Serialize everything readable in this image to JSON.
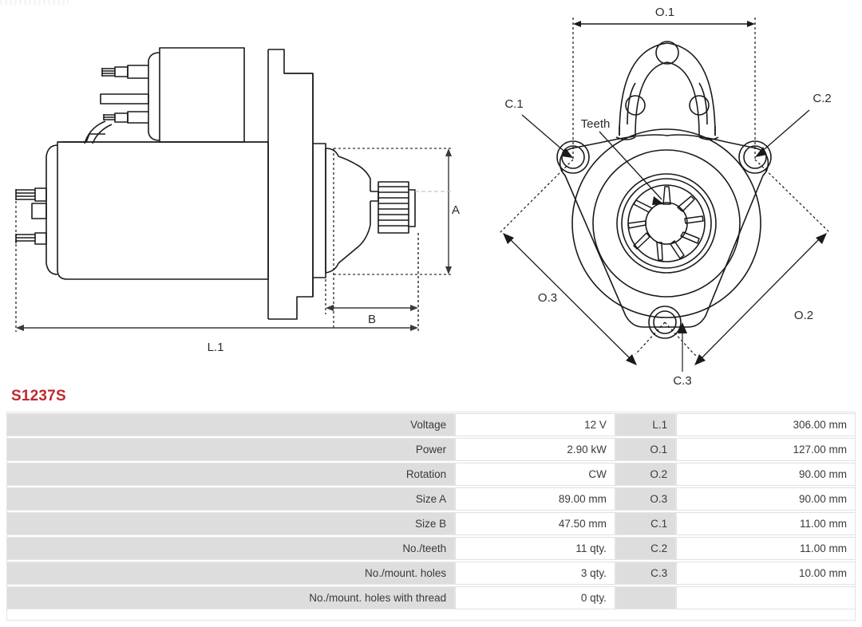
{
  "product": {
    "code": "S1237S",
    "code_color": "#c0282d"
  },
  "drawings": {
    "side_view": {
      "name": "starter-motor-side-view",
      "dimension_labels": {
        "length": "L.1",
        "size_a": "A",
        "size_b": "B"
      }
    },
    "front_view": {
      "name": "starter-motor-mounting-front-view",
      "dimension_labels": {
        "o1": "O.1",
        "o2": "O.2",
        "o3": "O.3",
        "c1": "C.1",
        "c2": "C.2",
        "c3": "C.3",
        "teeth": "Teeth"
      }
    }
  },
  "spec_table": {
    "rows": [
      {
        "label": "Voltage",
        "value": "12 V",
        "code": "L.1",
        "dim": "306.00 mm"
      },
      {
        "label": "Power",
        "value": "2.90 kW",
        "code": "O.1",
        "dim": "127.00 mm"
      },
      {
        "label": "Rotation",
        "value": "CW",
        "code": "O.2",
        "dim": "90.00 mm"
      },
      {
        "label": "Size A",
        "value": "89.00 mm",
        "code": "O.3",
        "dim": "90.00 mm"
      },
      {
        "label": "Size B",
        "value": "47.50 mm",
        "code": "C.1",
        "dim": "11.00 mm"
      },
      {
        "label": "No./teeth",
        "value": "11 qty.",
        "code": "C.2",
        "dim": "11.00 mm"
      },
      {
        "label": "No./mount. holes",
        "value": "3 qty.",
        "code": "C.3",
        "dim": "10.00 mm"
      },
      {
        "label": "No./mount. holes with thread",
        "value": "0 qty.",
        "code": "",
        "dim": ""
      }
    ]
  }
}
